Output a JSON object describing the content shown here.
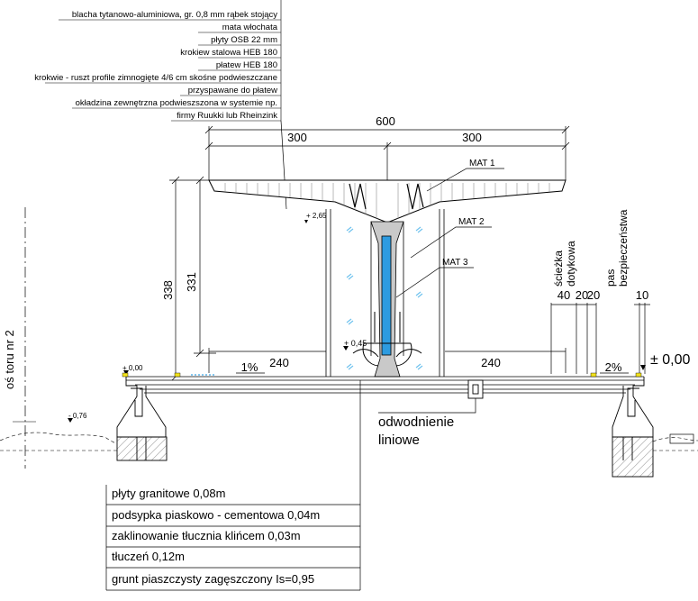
{
  "spec_table": [
    "blacha tytanowo-aluminiowa, gr. 0,8 mm rąbek stojący",
    "mata włochata",
    "płyty OSB 22 mm",
    "krokiew stalowa HEB 180",
    "płatew HEB 180",
    "krokwie - ruszt profile zimnogięte 4/6 cm skośne podwieszczane",
    "przyspawane do płatew",
    "okładzina zewnętrzna podwieszszona w systemie np.",
    "firmy Ruukki lub Rheinzink"
  ],
  "dimensions": {
    "total_width": "600",
    "half_left": "300",
    "half_right": "300",
    "height_outer": "338",
    "height_inner": "331",
    "platform_left": "240",
    "platform_right": "240",
    "path_40": "40",
    "path_20a": "20",
    "path_20b": "20",
    "strip_10": "10"
  },
  "levels": {
    "roof": "+ 2,65",
    "base": "+ 0,45",
    "platform_left": "+ 0,00",
    "platform_right": "± 0,00",
    "track": "- 0,76"
  },
  "slopes": {
    "left": "1%",
    "right": "2%"
  },
  "materials": {
    "mat1": "MAT 1",
    "mat2": "MAT 2",
    "mat3": "MAT 3"
  },
  "labels": {
    "tactile_path_line1": "ścieżka",
    "tactile_path_line2": "dotykowa",
    "safety_strip_line1": "pas",
    "safety_strip_line2": "bezpieczeństwa",
    "track_axis": "oś toru nr 2",
    "drainage_line1": "odwodnienie",
    "drainage_line2": "liniowe"
  },
  "layers": [
    "płyty granitowe 0,08m",
    "podsypka piaskowo - cementowa 0,04m",
    "zaklinowanie tłucznia klińcem 0,03m",
    "tłuczeń 0,12m",
    "grunt piaszczysty zagęszczony Is=0,95"
  ],
  "colors": {
    "line": "#000000",
    "column_fill": "#c9c9c9",
    "glass_accent": "#3fa7e6",
    "column_core": "#2d9be0",
    "marker_yellow": "#f2e21b",
    "glass_mark": "#6fc2ee"
  }
}
